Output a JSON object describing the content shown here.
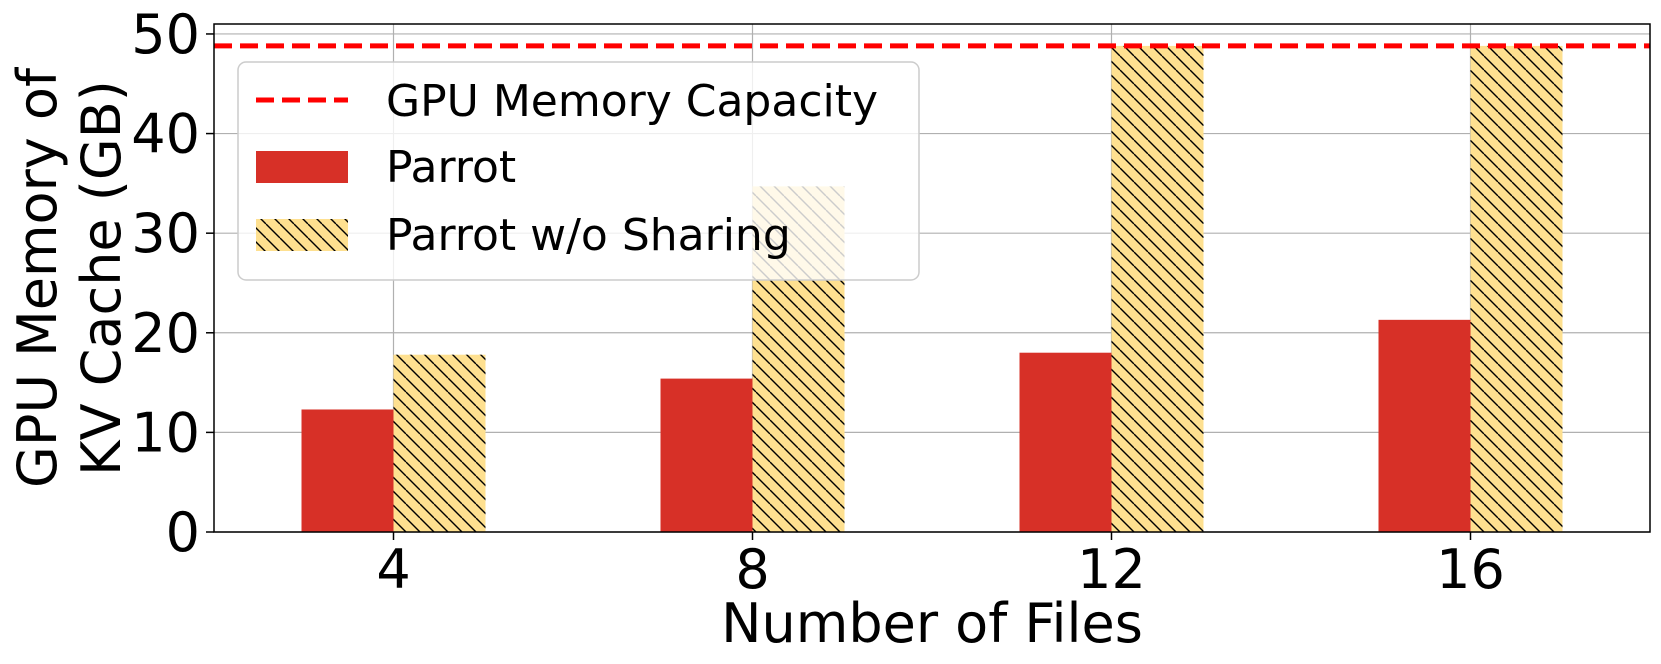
{
  "chart_data": {
    "type": "bar",
    "categories": [
      "4",
      "8",
      "12",
      "16"
    ],
    "series": [
      {
        "name": "Parrot",
        "values": [
          12.3,
          15.4,
          18.0,
          21.3
        ],
        "color": "#d73027",
        "hatch": false
      },
      {
        "name": "Parrot w/o Sharing",
        "values": [
          17.8,
          34.7,
          48.8,
          48.8
        ],
        "color": "#fee090",
        "hatch": true
      }
    ],
    "reference_line": {
      "name": "GPU Memory Capacity",
      "value": 48.8,
      "color": "#ff0000",
      "style": "dashed"
    },
    "xlabel": "Number of Files",
    "ylabel_lines": [
      "GPU Memory of",
      "KV Cache (GB)"
    ],
    "ylim": [
      0,
      51
    ],
    "yticks": [
      0,
      10,
      20,
      30,
      40,
      50
    ],
    "grid": true,
    "legend_position": "upper-left"
  }
}
